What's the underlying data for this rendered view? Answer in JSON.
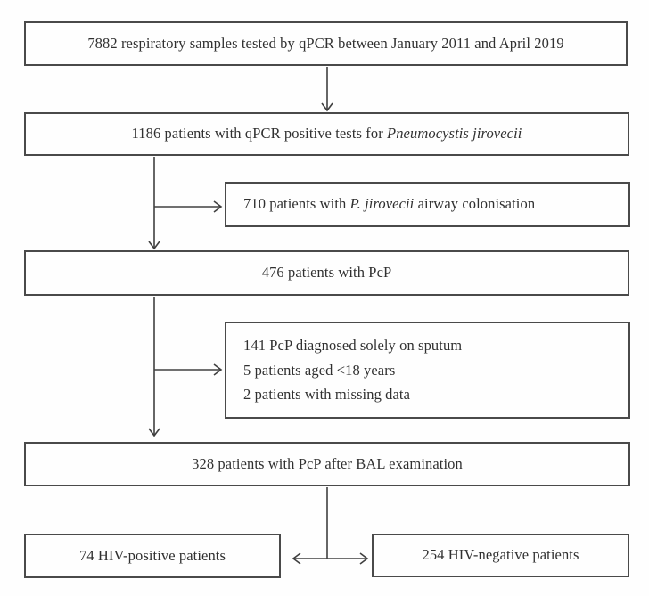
{
  "diagram": {
    "type": "flowchart",
    "description": "Patient inclusion flow diagram for PcP study",
    "colors": {
      "background": "#fefefe",
      "box_border": "#4a4a4a",
      "line": "#404040",
      "text": "#303030"
    },
    "boxes": {
      "total_samples": {
        "text": "7882 respiratory samples tested by qPCR between January 2011 and April 2019"
      },
      "qpcr_positive": {
        "text_before": "1186 patients with qPCR positive tests for ",
        "italic": "Pneumocystis jirovecii"
      },
      "colonisation": {
        "text_before": "710 patients with ",
        "italic": "P. jirovecii",
        "text_after": " airway colonisation"
      },
      "pcp": {
        "text": "476 patients with PcP"
      },
      "exclusions": {
        "lines": [
          "141 PcP diagnosed solely on sputum",
          "5 patients aged <18 years",
          "2 patients with missing data"
        ]
      },
      "pcp_bal": {
        "text": "328 patients with PcP after BAL examination"
      },
      "hiv_positive": {
        "text": "74 HIV-positive patients"
      },
      "hiv_negative": {
        "text": "254 HIV-negative patients"
      }
    }
  }
}
